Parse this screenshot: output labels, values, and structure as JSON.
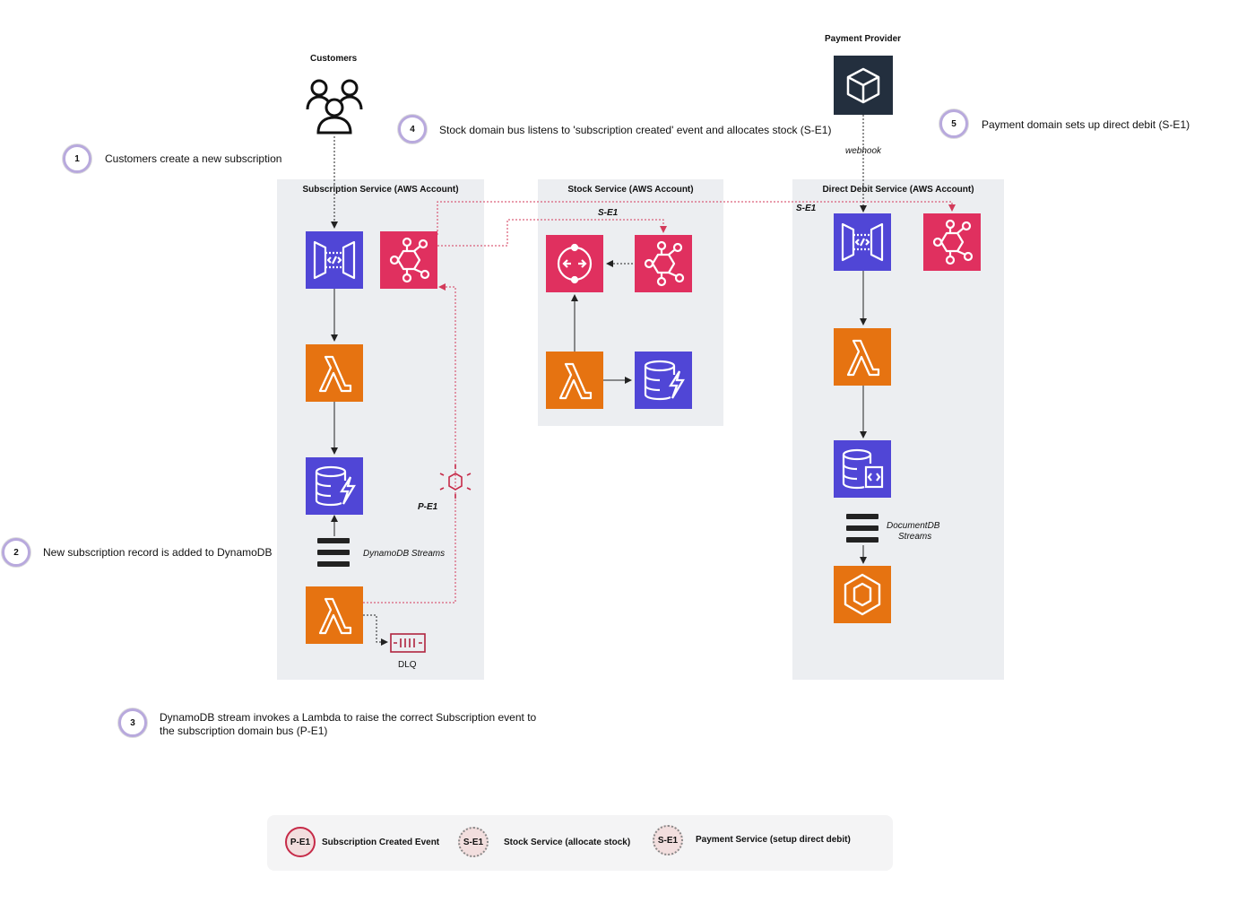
{
  "actors": {
    "customers": "Customers",
    "payment_provider": "Payment Provider"
  },
  "panels": {
    "subscription": "Subscription Service (AWS Account)",
    "stock": "Stock Service (AWS Account)",
    "direct_debit": "Direct Debit Service (AWS Account)"
  },
  "steps": [
    {
      "number": "1",
      "text": "Customers create a new subscription"
    },
    {
      "number": "2",
      "text": "New subscription record is added to DynamoDB"
    },
    {
      "number": "3",
      "text_line1": "DynamoDB stream invokes a Lambda to raise the correct Subscription event to",
      "text_line2": "the subscription domain bus (P-E1)"
    },
    {
      "number": "4",
      "text": "Stock domain bus listens to 'subscription created' event and allocates stock (S-E1)"
    },
    {
      "number": "5",
      "text": "Payment domain sets up direct debit (S-E1)"
    }
  ],
  "labels": {
    "webhook": "webhook",
    "s_e1_stock": "S-E1",
    "s_e1_debit": "S-E1",
    "p_e1": "P-E1",
    "dynamodb_streams": "DynamoDB Streams",
    "documentdb_streams_line1": "DocumentDB",
    "documentdb_streams_line2": "Streams",
    "dlq": "DLQ"
  },
  "legend": [
    {
      "badge": "P-E1",
      "label": "Subscription Created Event"
    },
    {
      "badge": "S-E1",
      "label": "Stock Service (allocate stock)"
    },
    {
      "badge": "S-E1",
      "label": "Payment Service (setup direct debit)"
    }
  ],
  "colors": {
    "api_gateway": "#5046d6",
    "eventbridge": "#e0305f",
    "lambda": "#e67311",
    "event_line": "#d33a5a",
    "panel_bg": "#eceef1",
    "step_ring": "#b8a9dd"
  },
  "icons": {
    "api_gateway": "api-gateway-icon",
    "eventbridge": "eventbridge-icon",
    "lambda": "lambda-icon",
    "dynamodb": "dynamodb-icon",
    "step_functions": "step-functions-icon",
    "documentdb": "documentdb-icon",
    "ecs": "ecs-icon",
    "sqs": "sqs-dlq-icon",
    "event": "event-icon",
    "external": "payment-provider-icon",
    "users": "customers-icon"
  }
}
